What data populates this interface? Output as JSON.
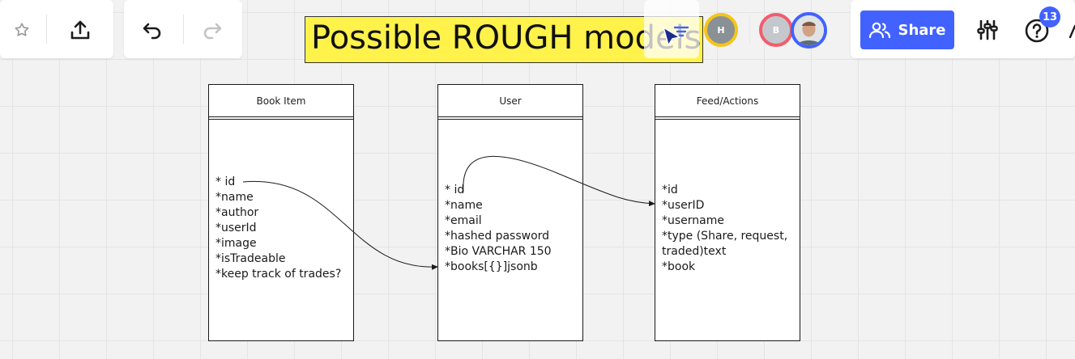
{
  "toolbar_left": {
    "star_icon": "star-icon",
    "export_icon": "upload-icon",
    "undo_icon": "undo-icon",
    "redo_icon": "redo-icon"
  },
  "sticky_note": {
    "text": "Possible ROUGH models",
    "color": "#fff24a"
  },
  "collaborators": [
    {
      "initial": "H",
      "ring_color": "#f5c518",
      "bg_color": "#8a9196"
    },
    {
      "initial": "B",
      "ring_color": "#f25c6e",
      "bg_color": "#c4c8cc"
    },
    {
      "initial": "",
      "ring_color": "#4262ff",
      "bg_color": "#c9a58a",
      "type": "photo"
    }
  ],
  "share_button": {
    "label": "Share",
    "color": "#4262ff"
  },
  "help": {
    "badge_count": "13"
  },
  "tables": [
    {
      "title": "Book Item",
      "fields": [
        "* id",
        "*name",
        "*author",
        "*userId",
        "*image",
        "*isTradeable",
        "*keep track of trades?"
      ]
    },
    {
      "title": "User",
      "fields": [
        "* id",
        "*name",
        "*email",
        "*hashed password",
        "*Bio VARCHAR 150",
        "*books[{}]jsonb"
      ]
    },
    {
      "title": "Feed/Actions",
      "fields": [
        "*id",
        "*userID",
        "*username",
        "*type (Share, request,\ntraded)text",
        "*book"
      ]
    }
  ]
}
